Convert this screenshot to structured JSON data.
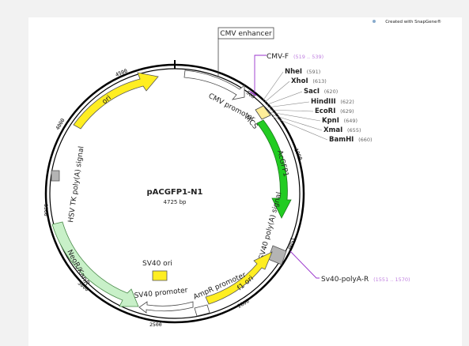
{
  "watermark": "Created with SnapGene®",
  "plasmid": {
    "name": "pACGFP1-N1",
    "size_text": "4725 bp"
  },
  "ticks": [
    {
      "bp": "500",
      "label": "500"
    },
    {
      "bp": "1000",
      "label": "1000"
    },
    {
      "bp": "1500",
      "label": "1500"
    },
    {
      "bp": "2000",
      "label": "2000"
    },
    {
      "bp": "2500",
      "label": "2500"
    },
    {
      "bp": "3000",
      "label": "3000"
    },
    {
      "bp": "3500",
      "label": "3500"
    },
    {
      "bp": "4000",
      "label": "4000"
    },
    {
      "bp": "4500",
      "label": "4500"
    }
  ],
  "features": [
    {
      "name": "CMV enhancer",
      "color": "#ffffff"
    },
    {
      "name": "CMV promoter",
      "color": "#ffffff"
    },
    {
      "name": "MCS",
      "color": "#ffee99"
    },
    {
      "name": "AcGFP1",
      "color": "#22cc22"
    },
    {
      "name": "SV40 poly(A) signal",
      "color": "#b4b4b4"
    },
    {
      "name": "f1 ori",
      "color": "#ffee22"
    },
    {
      "name": "AmpR promoter",
      "color": "#ffffff"
    },
    {
      "name": "SV40 promoter",
      "color": "#ffffff"
    },
    {
      "name": "SV40 ori",
      "color": "#ffee22"
    },
    {
      "name": "NeoR/KanR",
      "color": "#c8f0c8"
    },
    {
      "name": "HSV TK poly(A) signal",
      "color": "#b4b4b4"
    },
    {
      "name": "ori",
      "color": "#ffee22"
    }
  ],
  "primers": [
    {
      "name": "CMV-F",
      "range": "(519 .. 539)",
      "color": "#9933cc"
    },
    {
      "name": "Sv40-polyA-R",
      "range": "(1551 .. 1570)",
      "color": "#9933cc"
    }
  ],
  "enzymes": [
    {
      "name": "NheI",
      "pos": "(591)"
    },
    {
      "name": "XhoI",
      "pos": "(613)"
    },
    {
      "name": "SacI",
      "pos": "(620)"
    },
    {
      "name": "HindIII",
      "pos": "(622)"
    },
    {
      "name": "EcoRI",
      "pos": "(629)"
    },
    {
      "name": "KpnI",
      "pos": "(649)"
    },
    {
      "name": "XmaI",
      "pos": "(655)"
    },
    {
      "name": "BamHI",
      "pos": "(660)"
    }
  ]
}
